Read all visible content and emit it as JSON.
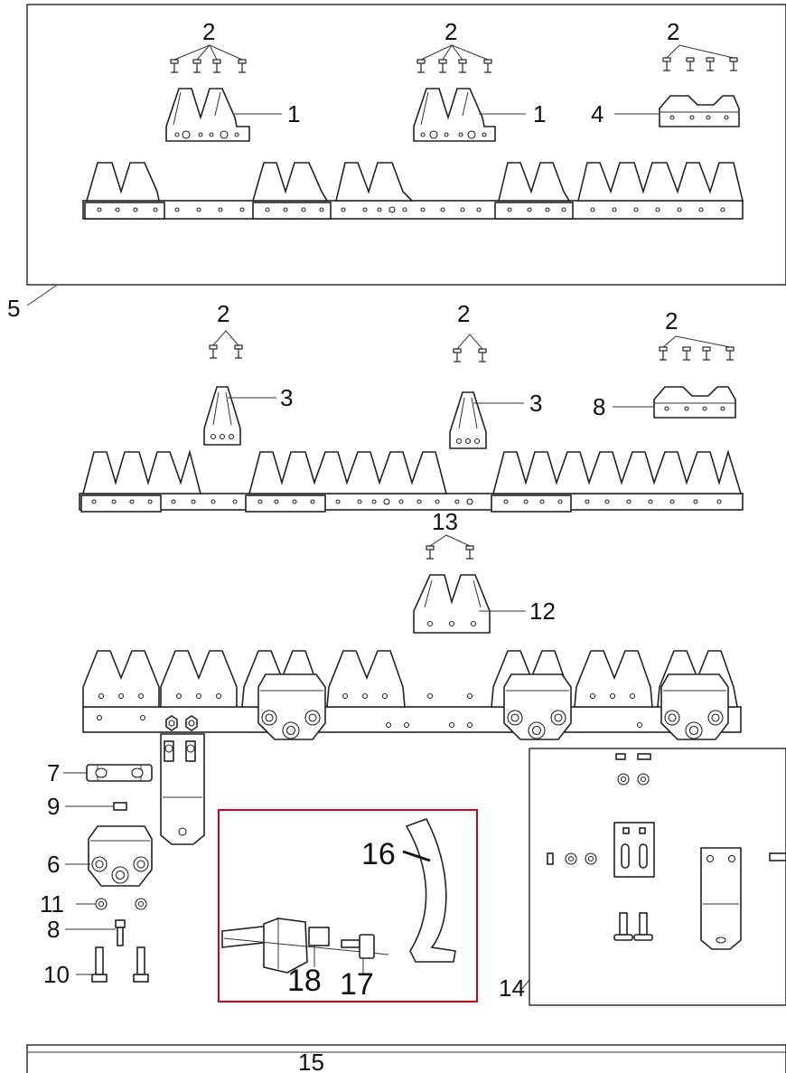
{
  "callouts": {
    "c1a": "2",
    "c1b": "2",
    "c1c": "2",
    "part1a": "1",
    "part1b": "1",
    "part4": "4",
    "part5": "5",
    "c2a": "2",
    "c2b": "2",
    "c2c": "2",
    "part3a": "3",
    "part3b": "3",
    "part8a": "8",
    "part13": "13",
    "part12": "12",
    "part7": "7",
    "part9": "9",
    "part6": "6",
    "part11": "11",
    "part8b": "8",
    "part10": "10",
    "part16": "16",
    "part18": "18",
    "part17": "17",
    "part14": "14",
    "part15": "15"
  },
  "colors": {
    "line": "#222222",
    "highlight": "#d0021b"
  }
}
